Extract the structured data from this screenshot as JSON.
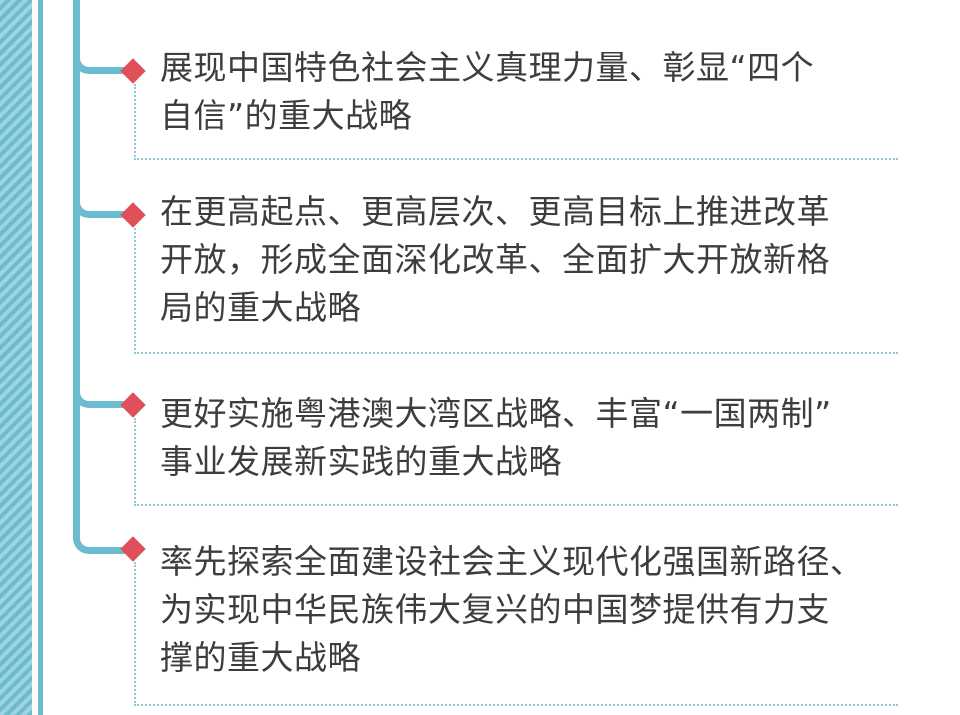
{
  "colors": {
    "accent_teal": "#6bbccf",
    "stripe_light": "#9fd3e1",
    "marker_red": "#e0505a",
    "dotted_line": "#8fc9d8",
    "text": "#3d3d3d"
  },
  "items": [
    {
      "text": "展现中国特色社会主义真理力量、彰显“四个\n自信”的重大战略"
    },
    {
      "text": "在更高起点、更高层次、更高目标上推进改革\n开放，形成全面深化改革、全面扩大开放新格\n局的重大战略"
    },
    {
      "text": "更好实施粤港澳大湾区战略、丰富“一国两制”\n事业发展新实践的重大战略"
    },
    {
      "text": "率先探索全面建设社会主义现代化强国新路径、\n为实现中华民族伟大复兴的中国梦提供有力支\n撑的重大战略"
    }
  ]
}
